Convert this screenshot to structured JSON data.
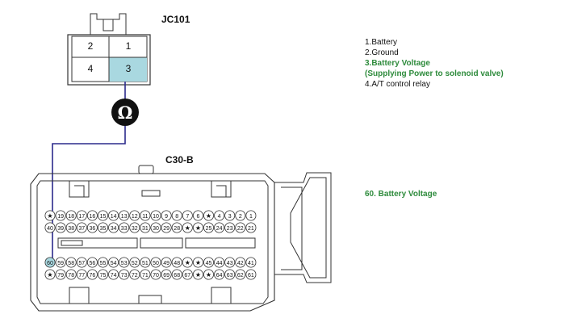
{
  "connectors": {
    "jc101": {
      "name": "JC101",
      "pins": [
        "1",
        "2",
        "3",
        "4"
      ],
      "highlight_pin": "3"
    },
    "c30b": {
      "name": "C30-B",
      "rows": [
        [
          "★",
          "19",
          "18",
          "17",
          "16",
          "15",
          "14",
          "13",
          "12",
          "11",
          "10",
          "9",
          "8",
          "7",
          "6",
          "★",
          "4",
          "3",
          "2",
          "1"
        ],
        [
          "40",
          "39",
          "38",
          "37",
          "36",
          "35",
          "34",
          "33",
          "32",
          "31",
          "30",
          "29",
          "28",
          "★",
          "★",
          "25",
          "24",
          "23",
          "22",
          "21"
        ],
        [
          "60",
          "59",
          "58",
          "57",
          "56",
          "55",
          "54",
          "53",
          "52",
          "51",
          "50",
          "49",
          "48",
          "★",
          "★",
          "45",
          "44",
          "43",
          "42",
          "41"
        ],
        [
          "★",
          "79",
          "78",
          "77",
          "76",
          "75",
          "74",
          "73",
          "72",
          "71",
          "70",
          "69",
          "68",
          "67",
          "★",
          "★",
          "64",
          "63",
          "62",
          "61"
        ]
      ],
      "highlight_pin": "60"
    }
  },
  "meter_symbol": "Ω",
  "legend": [
    {
      "text": "1.Battery",
      "highlight": false
    },
    {
      "text": "2.Ground",
      "highlight": false
    },
    {
      "text": "3.Battery Voltage",
      "highlight": true
    },
    {
      "text": "(Supplying Power to solenoid valve)",
      "highlight": true
    },
    {
      "text": "4.A/T control relay",
      "highlight": false
    }
  ],
  "pin_label": "60. Battery Voltage",
  "colors": {
    "highlight_fill": "#a9d8e0",
    "wire": "#2b2a8c",
    "legend_highlight": "#2e8b3c"
  }
}
